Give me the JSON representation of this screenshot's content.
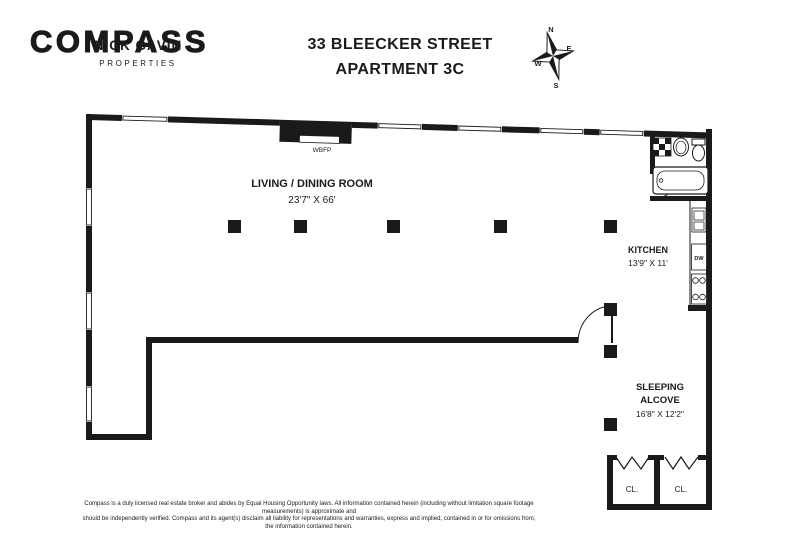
{
  "header": {
    "title_line1": "33 BLEECKER STREET",
    "title_line2": "APARTMENT 3C"
  },
  "logo": {
    "wordmark": "COMPASS",
    "agent_name": "NICK GAVIN",
    "agent_sub": "PROPERTIES"
  },
  "compass_rose": {
    "north": "N",
    "east": "E",
    "south": "S",
    "west": "W"
  },
  "floorplan": {
    "living": {
      "name": "LIVING / DINING ROOM",
      "dims": "23'7\" X 66'"
    },
    "kitchen": {
      "name": "KITCHEN",
      "dims": "13'9\" X 11'"
    },
    "alcove": {
      "line1": "SLEEPING",
      "line2": "ALCOVE",
      "dims": "16'8\" X 12'2\""
    },
    "fireplace_label": "WBFP",
    "dishwasher_label": "DW",
    "closet_left": "CL.",
    "closet_right": "CL."
  },
  "footer": {
    "line1": "Compass is a duly licensed real estate broker and abides by Equal Housing Opportunity laws.  All information contained herein (including without limitation square footage measurements) is approximate and",
    "line2": "should be independently verified. Compass and its agent(s) disclaim all liability for representations and warranties, express and implied, contained in or for omissions from, the information contained herein."
  },
  "colors": {
    "wall": "#1a1a1a",
    "background": "#ffffff"
  }
}
